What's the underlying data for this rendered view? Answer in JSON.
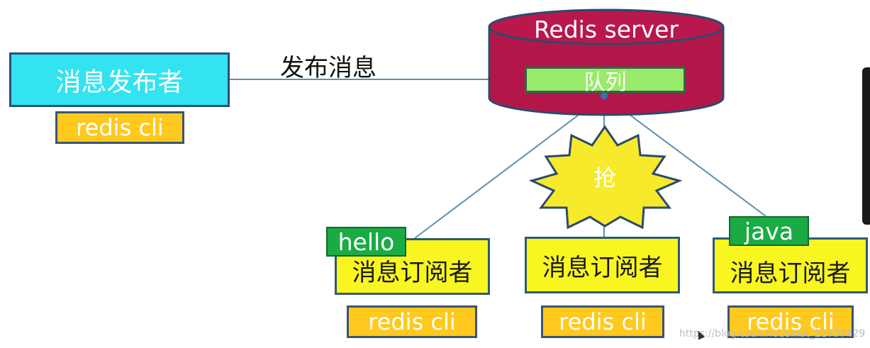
{
  "diagram": {
    "publisher": {
      "label": "消息发布者",
      "client": "redis cli"
    },
    "publish_edge_label": "发布消息",
    "server": {
      "title": "Redis server",
      "queue_label": "队列"
    },
    "contention_label": "抢",
    "subscribers": [
      {
        "label": "消息订阅者",
        "client": "redis cli",
        "received": "hello"
      },
      {
        "label": "消息订阅者",
        "client": "redis cli",
        "received": ""
      },
      {
        "label": "消息订阅者",
        "client": "redis cli",
        "received": "java"
      }
    ],
    "watermark": "https://blog.csdn.net/sinat_22797429"
  },
  "colors": {
    "publisher_fill": "#33e3f0",
    "client_fill": "#ffc91d",
    "subscriber_fill": "#f9f61f",
    "server_fill": "#b3174a",
    "queue_fill": "#99ea6a",
    "message_tag_fill": "#1aab45",
    "burst_fill": "#f6ea2a",
    "edge_color": "#5b8fb0"
  }
}
